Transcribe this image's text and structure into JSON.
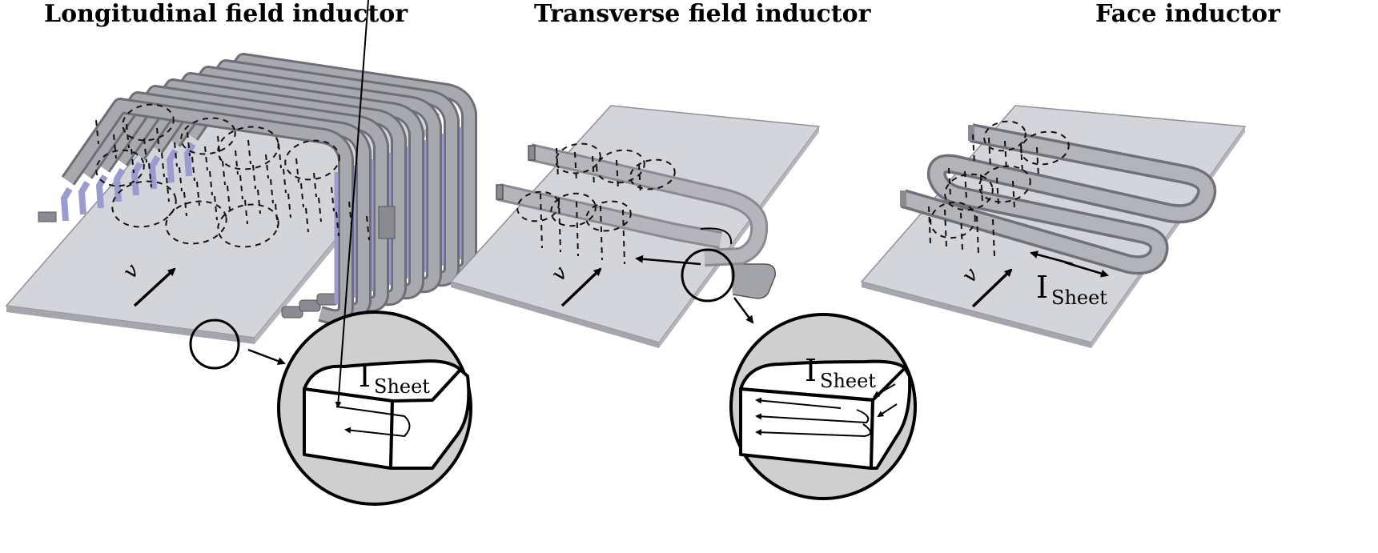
{
  "titles": {
    "longitudinal": "Longitudinal field inductor",
    "transverse": "Transverse field inductor",
    "face": "Face inductor"
  },
  "labels": {
    "velocity": "v",
    "current_main": "I",
    "current_sub": "Sheet"
  },
  "colors": {
    "sheet_top": "#d3d5db",
    "sheet_edge": "#9c9ca4",
    "coil_top": "#a3a3aa",
    "coil_side": "#7a7a82",
    "coil_inner": "#9b9bd0",
    "loupe_fill": "#cfcfcf"
  }
}
